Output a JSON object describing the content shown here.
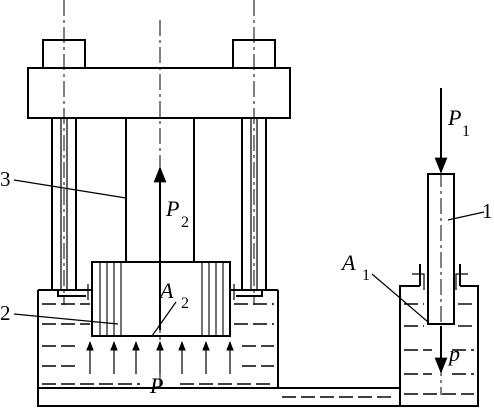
{
  "labels": {
    "force_small": {
      "main": "P",
      "sub": "1"
    },
    "force_large": {
      "main": "P",
      "sub": "2"
    },
    "area_small": {
      "main": "A",
      "sub": "1"
    },
    "area_large": {
      "main": "A",
      "sub": "2"
    },
    "pressure_small": "p",
    "pressure_fluid": "P",
    "part_1": "1",
    "part_2": "2",
    "part_3": "3"
  }
}
